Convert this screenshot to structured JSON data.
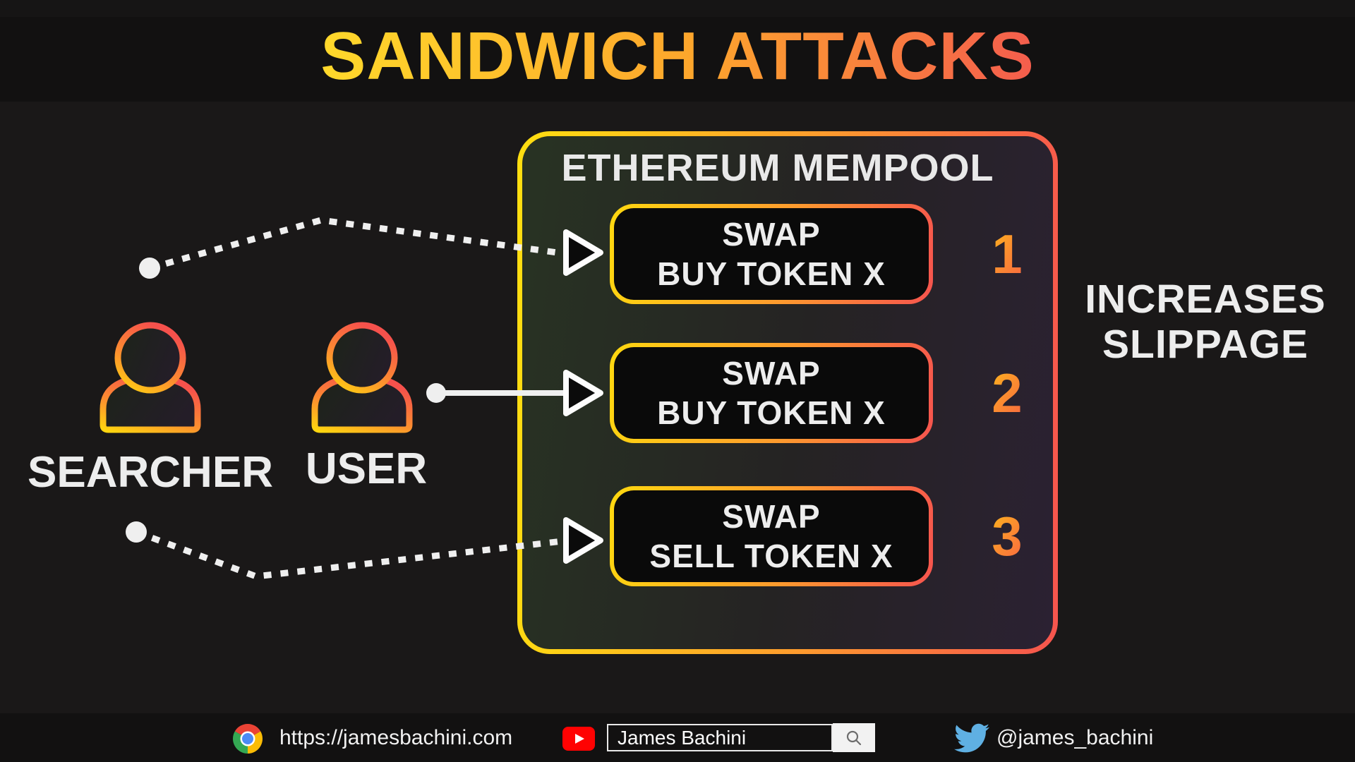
{
  "title": "SANDWICH ATTACKS",
  "actors": {
    "searcher": {
      "label": "SEARCHER"
    },
    "user": {
      "label": "USER"
    }
  },
  "mempool": {
    "title": "ETHEREUM MEMPOOL",
    "transactions": [
      {
        "line1": "SWAP",
        "line2": "BUY TOKEN X",
        "number": "1"
      },
      {
        "line1": "SWAP",
        "line2": "BUY TOKEN X",
        "number": "2"
      },
      {
        "line1": "SWAP",
        "line2": "SELL TOKEN X",
        "number": "3"
      }
    ]
  },
  "side_note": {
    "line1": "INCREASES",
    "line2": "SLIPPAGE"
  },
  "footer": {
    "website_url": "https://jamesbachini.com",
    "youtube_search_value": "James Bachini",
    "twitter_handle": "@james_bachini"
  },
  "icons": {
    "chrome": "chrome-icon",
    "youtube": "youtube-play-icon",
    "search": "magnifier-icon",
    "twitter": "twitter-bird-icon",
    "actor": "person-icon",
    "arrowhead": "triangle-arrow-icon"
  },
  "colors": {
    "accent_yellow": "#ffd80f",
    "accent_orange": "#fd9a2e",
    "accent_red": "#f6544e",
    "panel_green": "#283323",
    "panel_purple": "#2b2132",
    "background": "#1a1818",
    "band": "#121111",
    "text_light": "#ededed",
    "youtube_red": "#ff0202",
    "twitter_blue": "#5fb0e3",
    "chrome_red": "#ea4335",
    "chrome_green": "#34a853",
    "chrome_yellow": "#fbbc05",
    "chrome_blue": "#4c8bf5"
  }
}
